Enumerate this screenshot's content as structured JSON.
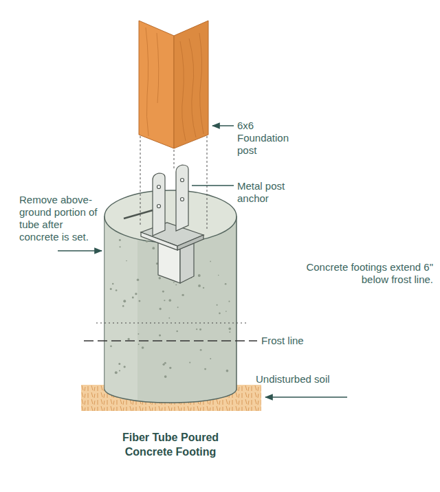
{
  "diagram": {
    "caption": "Fiber Tube Poured Concrete Footing",
    "labels": [
      "6x6 Foundation post",
      "Metal post anchor",
      "Remove above-ground portion of tube after concrete is set.",
      "Concrete footings extend 6\" below frost line.",
      "Frost line",
      "Undisturbed soil"
    ]
  }
}
